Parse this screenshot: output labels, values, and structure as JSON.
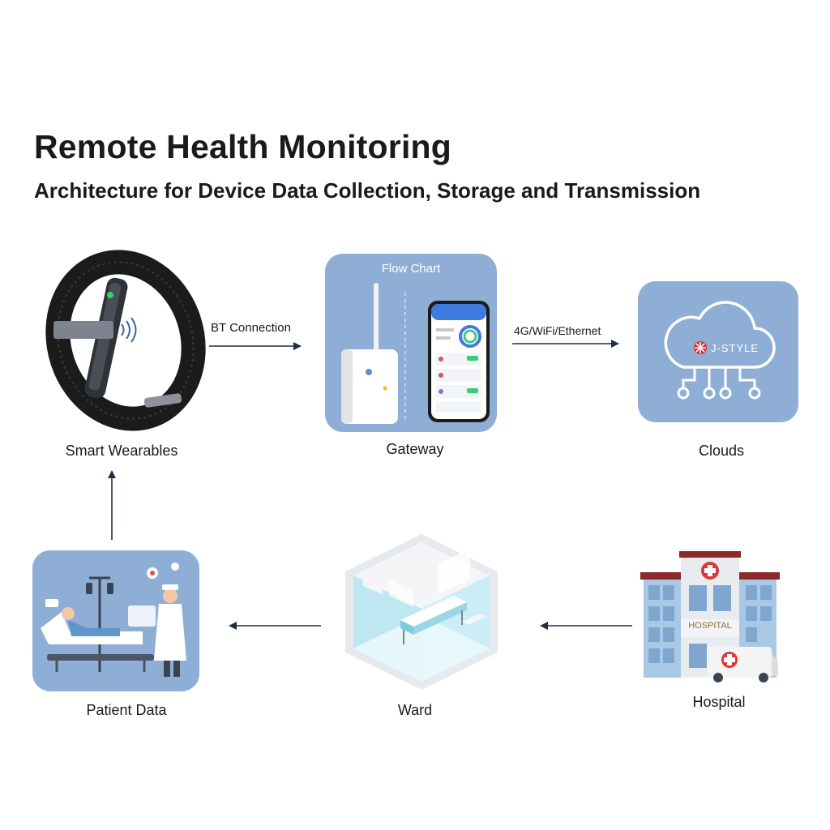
{
  "header": {
    "title": "Remote Health Monitoring",
    "subtitle": "Architecture for Device Data Collection, Storage and Transmission"
  },
  "nodes": {
    "wearables": {
      "label": "Smart Wearables"
    },
    "gateway": {
      "label": "Gateway",
      "tile_title": "Flow Chart"
    },
    "clouds": {
      "label": "Clouds",
      "logo_text": "J-STYLE"
    },
    "patient": {
      "label": "Patient Data"
    },
    "ward": {
      "label": "Ward"
    },
    "hospital": {
      "label": "Hospital",
      "sign_text": "HOSPITAL"
    }
  },
  "edges": [
    {
      "from": "wearables",
      "to": "gateway",
      "label": "BT Connection"
    },
    {
      "from": "gateway",
      "to": "clouds",
      "label": "4G/WiFi/Ethernet"
    },
    {
      "from": "hospital",
      "to": "ward",
      "label": ""
    },
    {
      "from": "ward",
      "to": "patient",
      "label": ""
    },
    {
      "from": "patient",
      "to": "wearables",
      "label": ""
    }
  ],
  "colors": {
    "tile": "#8faed6",
    "arrow": "#1f2f45",
    "text": "#1a1a1a"
  }
}
